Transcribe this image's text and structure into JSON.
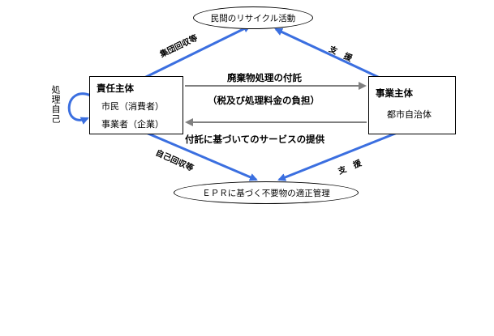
{
  "top_ellipse": {
    "label": "民間のリサイクル活動"
  },
  "bottom_ellipse": {
    "label": "ＥＰＲに基づく不要物の適正管理"
  },
  "left_box": {
    "title": "責任主体",
    "line1": "市民（消費者）",
    "line2": "事業者（企業）"
  },
  "right_box": {
    "title": "事業主体",
    "line1": "都市自治体"
  },
  "self_loop": {
    "col1": "自己",
    "col2": "処理"
  },
  "flows": {
    "consign_top": "廃棄物処理の付託",
    "consign_bottom": "（税及び処理料金の負担）",
    "service": "付託に基づいてのサービスの提供",
    "collective_collection": "集団回収等",
    "support_top": "支　援",
    "self_collection": "自己回収等",
    "support_bottom": "支　援"
  },
  "colors": {
    "blue_arrow": "#3b6fe0",
    "gray_arrow": "#808080",
    "outline": "#000000"
  }
}
